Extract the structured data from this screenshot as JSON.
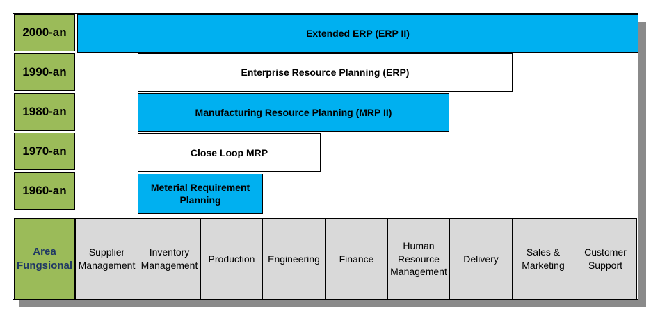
{
  "colors": {
    "era_green": "#9bbb59",
    "bar_blue": "#00b0f0",
    "bar_white": "#ffffff",
    "area_gray": "#d9d9d9"
  },
  "eras": [
    {
      "label": "2000-an",
      "bar": "Extended ERP (ERP II)",
      "fill": "blue"
    },
    {
      "label": "1990-an",
      "bar": "Enterprise Resource Planning (ERP)",
      "fill": "white"
    },
    {
      "label": "1980-an",
      "bar": "Manufacturing Resource Planning (MRP II)",
      "fill": "blue"
    },
    {
      "label": "1970-an",
      "bar": "Close Loop MRP",
      "fill": "white"
    },
    {
      "label": "1960-an",
      "bar": "Meterial Requirement Planning",
      "fill": "blue"
    }
  ],
  "area": {
    "label": "Area Fungsional",
    "items": [
      "Supplier Management",
      "Inventory Management",
      "Production",
      "Engineering",
      "Finance",
      "Human Resource Management",
      "Delivery",
      "Sales & Marketing",
      "Customer Support"
    ]
  }
}
